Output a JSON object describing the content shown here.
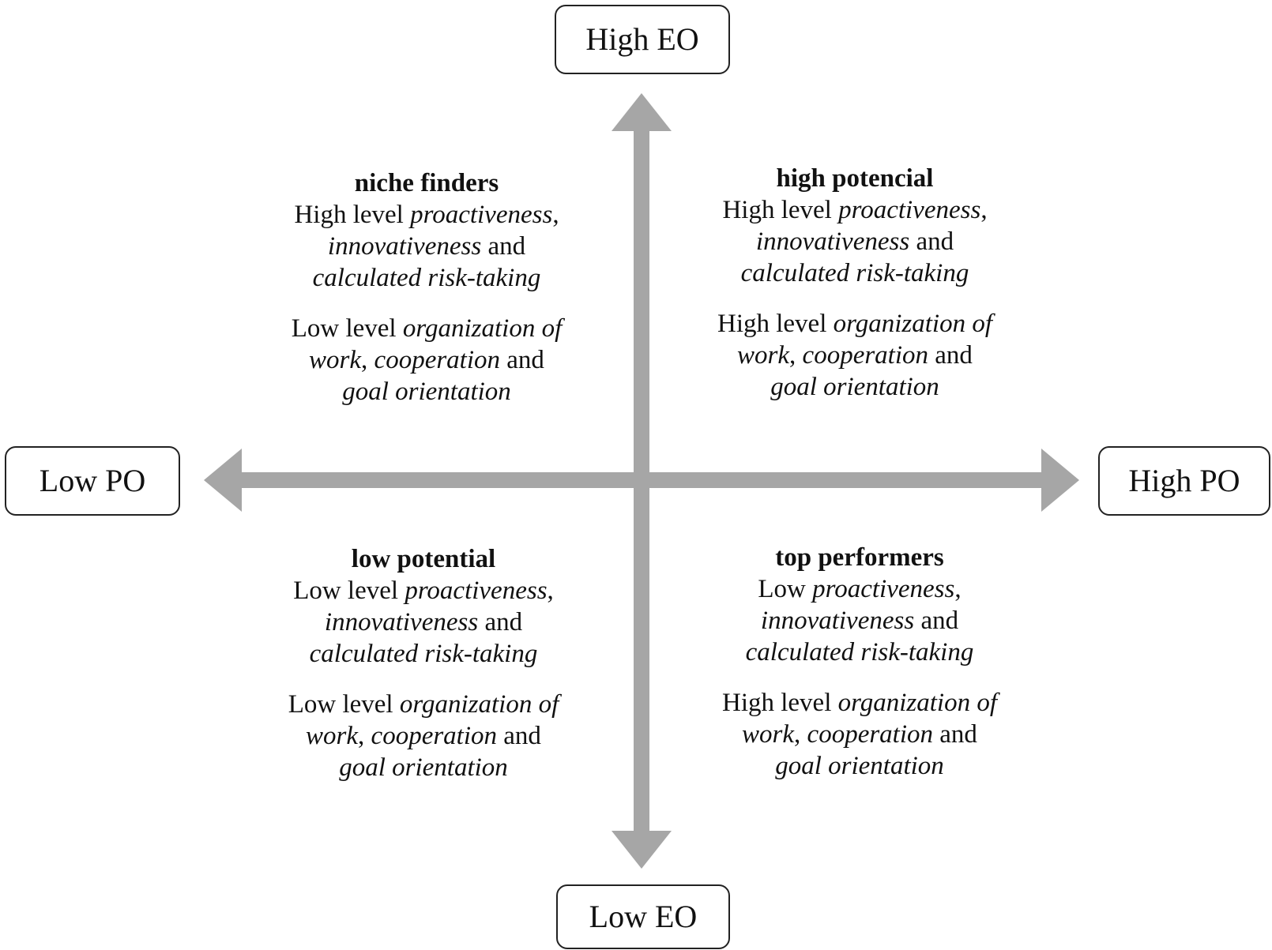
{
  "axes": {
    "vertical_top": "High EO",
    "vertical_bottom": "Low EO",
    "horizontal_left": "Low PO",
    "horizontal_right": "High PO",
    "arrow_color": "#a6a6a6"
  },
  "quadrants": {
    "top_left": {
      "title": "niche finders",
      "p1_l1_a": "High level ",
      "p1_l1_b": "proactiveness",
      "p1_l1_c": ",",
      "p1_l2_a": "innovativeness",
      "p1_l2_b": " and",
      "p1_l3_a": "calculated risk-taking",
      "p2_l1_a": "Low level ",
      "p2_l1_b": "organization of",
      "p2_l2_a": "work",
      "p2_l2_b": ", ",
      "p2_l2_c": "cooperation",
      "p2_l2_d": " and",
      "p2_l3_a": "goal orientation"
    },
    "top_right": {
      "title": "high potencial",
      "p1_l1_a": "High level ",
      "p1_l1_b": "proactiveness",
      "p1_l1_c": ",",
      "p1_l2_a": "innovativeness",
      "p1_l2_b": " and",
      "p1_l3_a": "calculated risk-taking",
      "p2_l1_a": "High level ",
      "p2_l1_b": "organization of",
      "p2_l2_a": "work",
      "p2_l2_b": ", ",
      "p2_l2_c": "cooperation",
      "p2_l2_d": " and",
      "p2_l3_a": "goal orientation"
    },
    "bottom_left": {
      "title": "low potential",
      "p1_l1_a": "Low level ",
      "p1_l1_b": "proactiveness",
      "p1_l1_c": ",",
      "p1_l2_a": "innovativeness",
      "p1_l2_b": " and",
      "p1_l3_a": "calculated risk-taking",
      "p2_l1_a": "Low level ",
      "p2_l1_b": "organization of",
      "p2_l2_a": "work",
      "p2_l2_b": ", ",
      "p2_l2_c": "cooperation",
      "p2_l2_d": " and",
      "p2_l3_a": "goal orientation"
    },
    "bottom_right": {
      "title": "top performers",
      "p1_l1_a": "Low ",
      "p1_l1_b": "proactiveness",
      "p1_l1_c": ",",
      "p1_l2_a": "innovativeness",
      "p1_l2_b": " and",
      "p1_l3_a": "calculated risk-taking",
      "p2_l1_a": "High level ",
      "p2_l1_b": "organization of",
      "p2_l2_a": "work",
      "p2_l2_b": ", ",
      "p2_l2_c": "cooperation",
      "p2_l2_d": " and",
      "p2_l3_a": "goal orientation"
    }
  }
}
